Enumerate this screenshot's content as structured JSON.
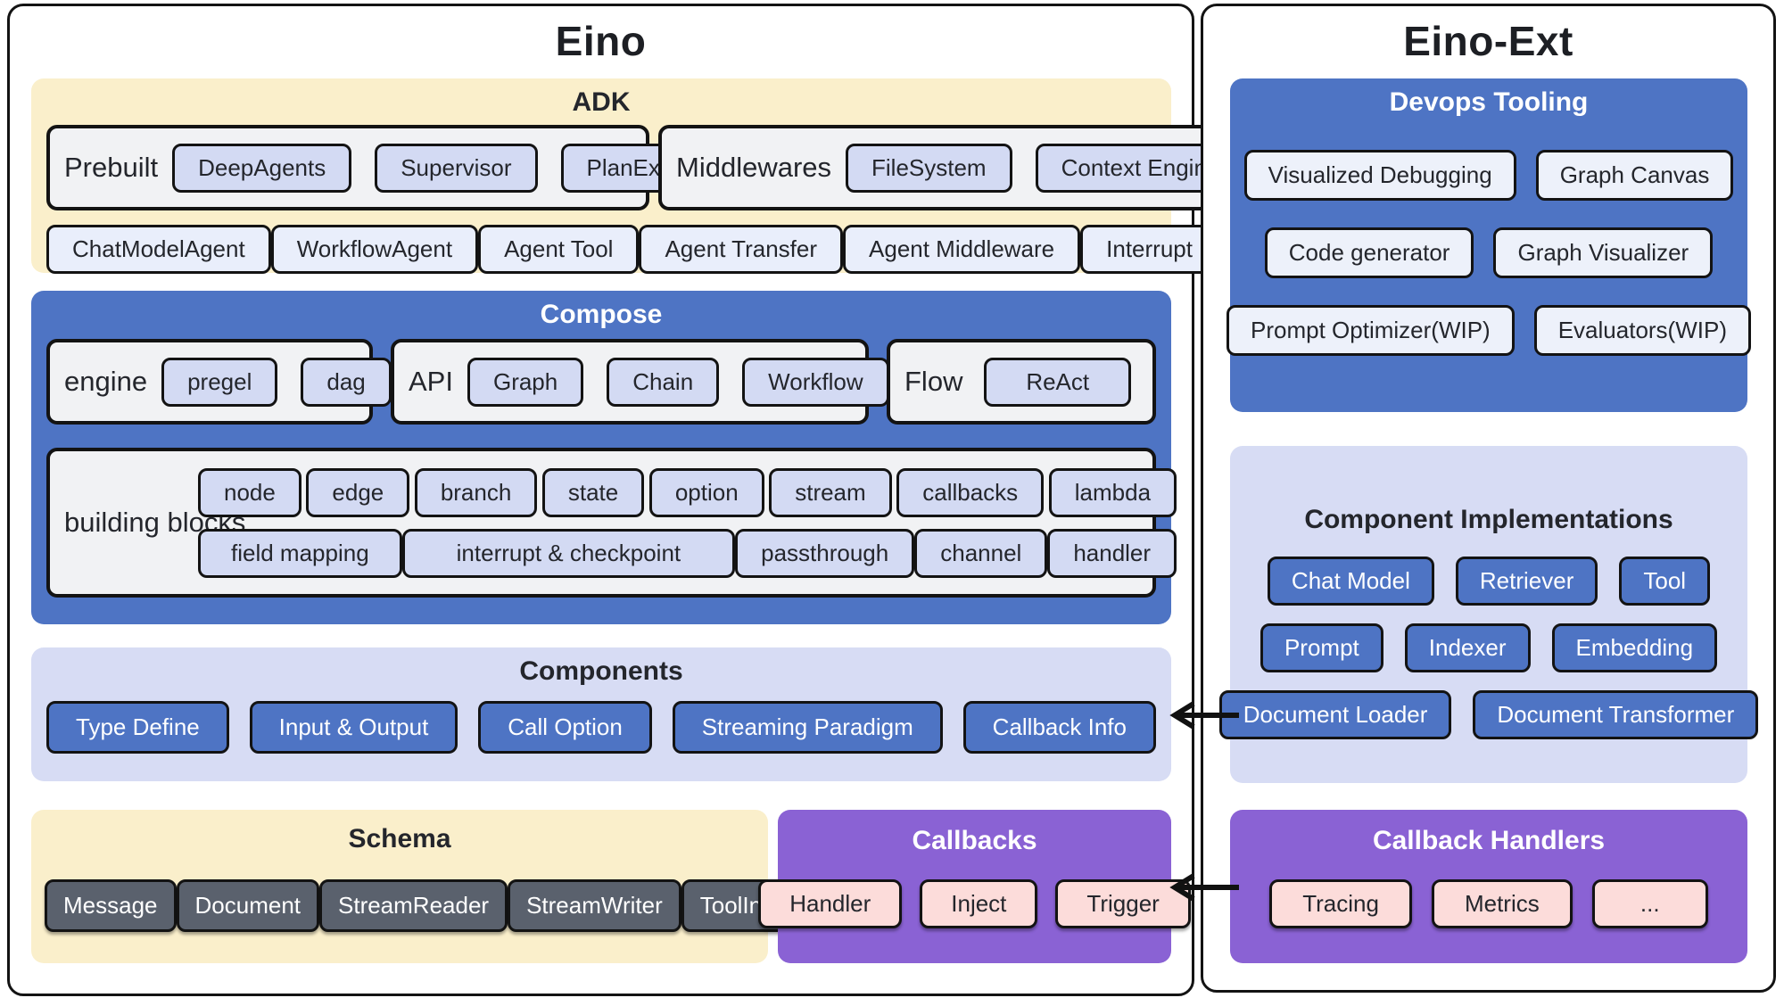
{
  "eino": {
    "title": "Eino",
    "adk": {
      "title": "ADK",
      "prebuilt": {
        "label": "Prebuilt",
        "pills": [
          "DeepAgents",
          "Supervisor",
          "PlanExecute"
        ]
      },
      "middlewares": {
        "label": "Middlewares",
        "pills": [
          "FileSystem",
          "Context Engineer"
        ]
      },
      "agents": [
        "ChatModelAgent",
        "WorkflowAgent",
        "Agent Tool",
        "Agent Transfer",
        "Agent Middleware",
        "Interrupt Resume"
      ]
    },
    "compose": {
      "title": "Compose",
      "engine": {
        "label": "engine",
        "pills": [
          "pregel",
          "dag"
        ]
      },
      "api": {
        "label": "API",
        "pills": [
          "Graph",
          "Chain",
          "Workflow"
        ]
      },
      "flow": {
        "label": "Flow",
        "pills": [
          "ReAct"
        ]
      },
      "building_blocks": {
        "label": "building blocks",
        "row1": [
          "node",
          "edge",
          "branch",
          "state",
          "option",
          "stream",
          "callbacks",
          "lambda"
        ],
        "row2": [
          "field mapping",
          "interrupt & checkpoint",
          "passthrough",
          "channel",
          "handler"
        ]
      }
    },
    "components": {
      "title": "Components",
      "items": [
        "Type Define",
        "Input & Output",
        "Call Option",
        "Streaming Paradigm",
        "Callback Info"
      ]
    },
    "schema": {
      "title": "Schema",
      "items": [
        "Message",
        "Document",
        "StreamReader",
        "StreamWriter",
        "ToolInfo"
      ]
    },
    "callbacks": {
      "title": "Callbacks",
      "items": [
        "Handler",
        "Inject",
        "Trigger"
      ]
    }
  },
  "ext": {
    "title": "Eino-Ext",
    "devops": {
      "title": "Devops Tooling",
      "row1": [
        "Visualized Debugging",
        "Graph Canvas"
      ],
      "row2": [
        "Code generator",
        "Graph Visualizer"
      ],
      "row3": [
        "Prompt Optimizer(WIP)",
        "Evaluators(WIP)"
      ]
    },
    "impl": {
      "title": "Component Implementations",
      "row1": [
        "Chat Model",
        "Retriever",
        "Tool"
      ],
      "row2": [
        "Prompt",
        "Indexer",
        "Embedding"
      ],
      "row3": [
        "Document Loader",
        "Document Transformer"
      ]
    },
    "handlers": {
      "title": "Callback Handlers",
      "items": [
        "Tracing",
        "Metrics",
        "..."
      ]
    }
  },
  "colors": {
    "blue": "#4e74c4",
    "cream": "#faefcb",
    "lavender_section": "#d7dcf4",
    "lavender_pill": "#d3daf3",
    "light_pill": "#e9eefb",
    "white_pill": "#edf1fa",
    "purple": "#8a62d4",
    "pink_pill": "#fcdcda",
    "slate_pill": "#5a616d",
    "border": "#131313"
  }
}
